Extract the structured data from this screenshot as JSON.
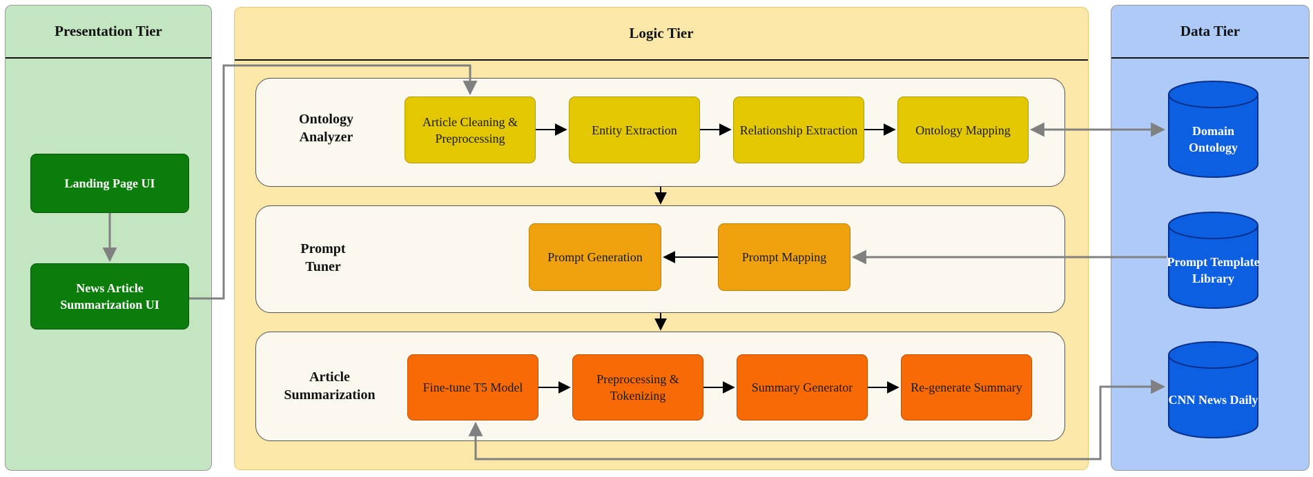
{
  "tiers": {
    "presentation": "Presentation Tier",
    "logic": "Logic Tier",
    "data": "Data Tier"
  },
  "presentation": {
    "landing": "Landing Page UI",
    "summarization": "News Article Summarization UI"
  },
  "ontology_analyzer": {
    "label": "Ontology Analyzer",
    "steps": [
      "Article Cleaning & Preprocessing",
      "Entity Extraction",
      "Relationship Extraction",
      "Ontology Mapping"
    ]
  },
  "prompt_tuner": {
    "label": "Prompt Tuner",
    "steps": [
      "Prompt Generation",
      "Prompt Mapping"
    ]
  },
  "article_summarization": {
    "label": "Article Summarization",
    "steps": [
      "Fine-tune T5 Model",
      "Preprocessing & Tokenizing",
      "Summary Generator",
      "Re-generate Summary"
    ]
  },
  "data_stores": [
    "Domain Ontology",
    "Prompt Template Library",
    "CNN News Daily"
  ],
  "colors": {
    "presentation_bg": "#c3e6c0",
    "logic_bg": "#fbe8a8",
    "data_bg": "#aecbf7",
    "yellow_step": "#e3c700",
    "amber_step": "#efa20d",
    "orange_step": "#f86a06",
    "green_ui": "#0b7d0b",
    "database": "#0b5fe0"
  }
}
